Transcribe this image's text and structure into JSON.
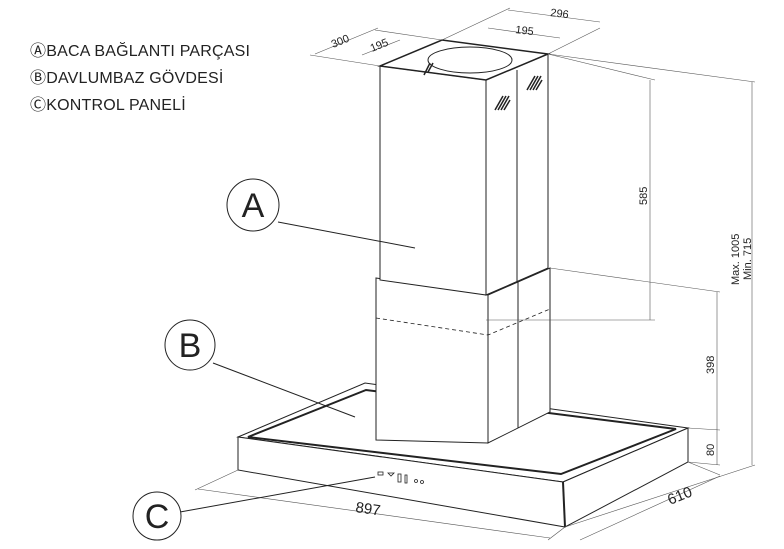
{
  "legend": [
    {
      "marker": "Ⓐ",
      "label": "BACA BAĞLANTI PARÇASI"
    },
    {
      "marker": "Ⓑ",
      "label": "DAVLUMBAZ GÖVDESİ"
    },
    {
      "marker": "Ⓒ",
      "label": "KONTROL PANELİ"
    }
  ],
  "callouts": {
    "a": "A",
    "b": "B",
    "c": "C"
  },
  "dimensions": {
    "top_depth": "300",
    "top_inner_depth": "195",
    "top_width": "296",
    "top_inner_width": "195",
    "upper_chimney": "585",
    "lower_chimney": "398",
    "canopy_height": "80",
    "total_max": "Max. 1005",
    "total_min": "Min. 715",
    "width": "897",
    "depth": "610"
  }
}
